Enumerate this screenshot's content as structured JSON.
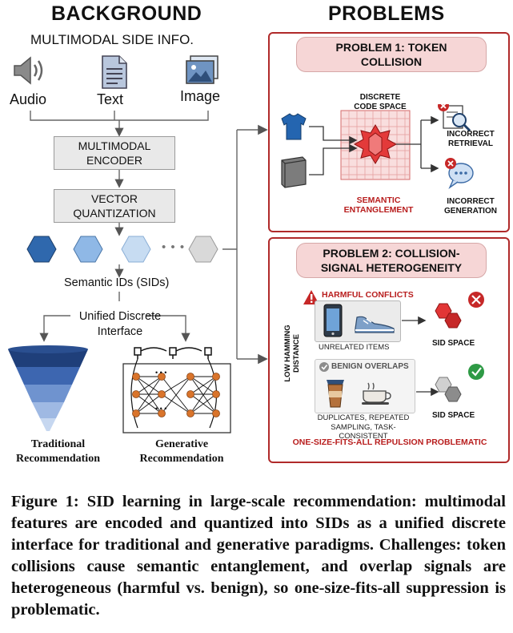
{
  "background": {
    "title": "BACKGROUND",
    "side_info_title": "MULTIMODAL SIDE INFO.",
    "modalities": [
      {
        "label": "Audio",
        "icon": "speaker-icon"
      },
      {
        "label": "Text",
        "icon": "document-icon"
      },
      {
        "label": "Image",
        "icon": "image-icon"
      }
    ],
    "encoder_line1": "MULTIMODAL",
    "encoder_line2": "ENCODER",
    "vq_line1": "VECTOR",
    "vq_line2": "QUANTIZATION",
    "dots": "• • •",
    "sids_label": "Semantic IDs (SIDs)",
    "interface_line1": "Unified Discrete",
    "interface_line2": "Interface",
    "traditional_line1": "Traditional",
    "traditional_line2": "Recommendation",
    "generative_line1": "Generative",
    "generative_line2": "Recommendation",
    "network_dots": "• • •"
  },
  "problems": {
    "title": "PROBLEMS",
    "problem1": {
      "title_line1": "PROBLEM 1: TOKEN",
      "title_line2": "COLLISION",
      "code_space_line1": "DISCRETE",
      "code_space_line2": "CODE SPACE",
      "entangle_line1": "SEMANTIC",
      "entangle_line2": "ENTANGLEMENT",
      "retrieval_line1": "INCORRECT",
      "retrieval_line2": "RETRIEVAL",
      "generation_line1": "INCORRECT",
      "generation_line2": "GENERATION"
    },
    "problem2": {
      "title_line1": "PROBLEM 2: COLLISION-",
      "title_line2": "SIGNAL HETEROGENEITY",
      "axis_line1": "LOW HAMMING",
      "axis_line2": "DISTANCE",
      "harmful": "HARMFUL CONFLICTS",
      "unrelated": "UNRELATED ITEMS",
      "sid_space_1": "SID SPACE",
      "benign": "BENIGN OVERLAPS",
      "duplicates_line1": "DUPLICATES, REPEATED",
      "duplicates_line2": "SAMPLING, TASK-CONSISTENT",
      "sid_space_2": "SID SPACE",
      "conclusion": "ONE-SIZE-FITS-ALL REPULSION PROBLEMATIC"
    }
  },
  "caption": "Figure 1: SID learning in large-scale recommendation: multimodal features are encoded and quantized into SIDs as a unified discrete interface for traditional and generative paradigms. Challenges: token collisions cause semantic entanglement, and overlap signals are heterogeneous (harmful vs. benign), so one-size-fits-all suppression is problematic.",
  "colors": {
    "accent_red": "#b02a2a",
    "pill_pink": "#f6d6d6",
    "sid_dark_blue": "#2f68ad",
    "sid_mid_blue": "#8fb8e6",
    "sid_light_blue": "#c7dcf2",
    "sid_gray": "#d9d9d9",
    "network_orange": "#d9742b",
    "check_green": "#2e9a45"
  }
}
